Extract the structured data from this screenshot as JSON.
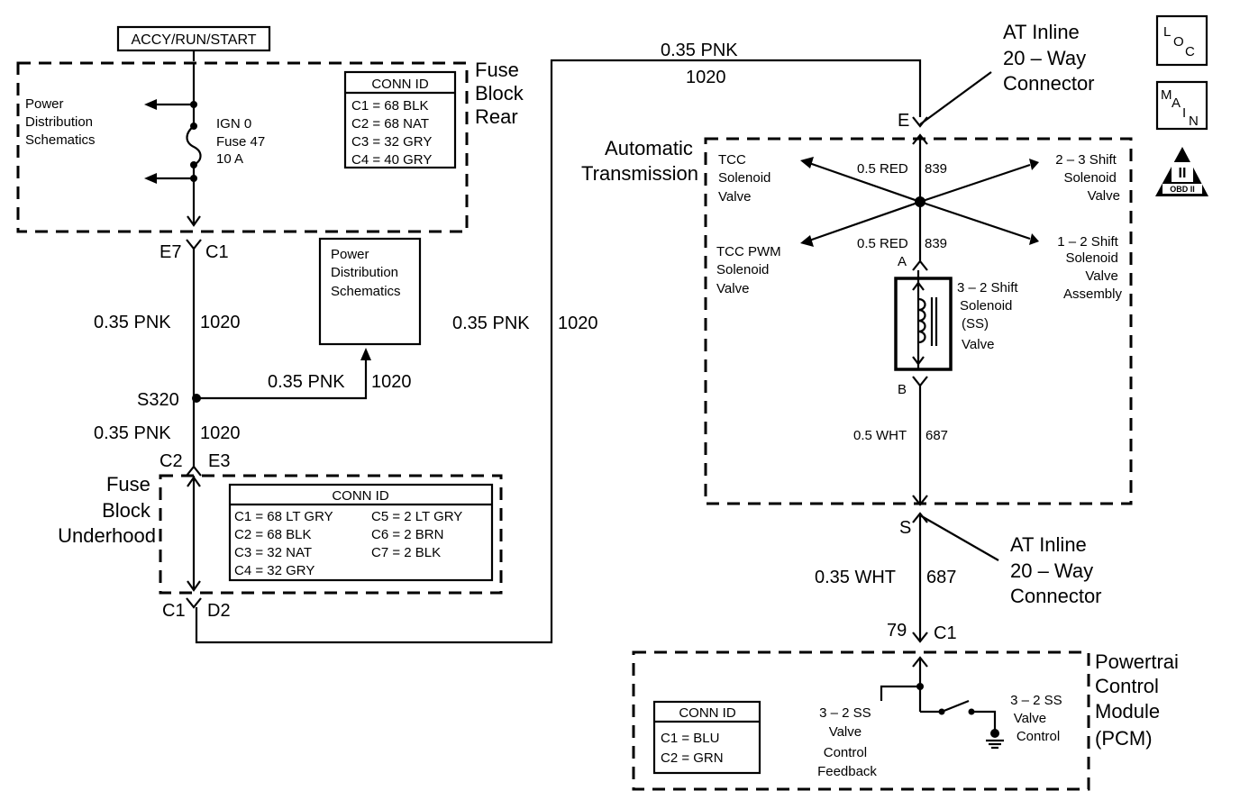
{
  "ignition_box": "ACCY/RUN/START",
  "fuse_block_rear": {
    "title": [
      "Fuse",
      "Block",
      "Rear"
    ],
    "power_dist": [
      "Power",
      "Distribution",
      "Schematics"
    ],
    "fuse": [
      "IGN 0",
      "Fuse  47",
      "10 A"
    ],
    "conn_title": "CONN ID",
    "conn": [
      "C1 = 68 BLK",
      "C2 = 68 NAT",
      "C3 = 32 GRY",
      "C4 = 40 GRY"
    ]
  },
  "terminals": {
    "e7": "E7",
    "c1_top": "C1",
    "c2": "C2",
    "e3": "E3",
    "c1_bot": "C1",
    "d2": "D2",
    "s320": "S320",
    "e": "E",
    "a": "A",
    "b": "B",
    "s": "S",
    "pin79": "79",
    "c1_pcm": "C1"
  },
  "wires": {
    "w1_gauge": "0.35 PNK",
    "w1_circuit": "1020",
    "w2_gauge": "0.35 PNK",
    "w2_circuit": "1020",
    "w3_gauge": "0.35 PNK",
    "w3_circuit": "1020",
    "w4_gauge": "0.35 PNK",
    "w4_circuit": "1020",
    "w5_gauge": "0.35 PNK",
    "w5_circuit": "1020",
    "red1_gauge": "0.5 RED",
    "red1_circuit": "839",
    "red2_gauge": "0.5 RED",
    "red2_circuit": "839",
    "wht1_gauge": "0.5 WHT",
    "wht1_circuit": "687",
    "wht2_gauge": "0.35 WHT",
    "wht2_circuit": "687"
  },
  "power_dist_box": [
    "Power",
    "Distribution",
    "Schematics"
  ],
  "fuse_block_underhood": {
    "title": [
      "Fuse",
      "Block",
      "Underhood"
    ],
    "conn_title": "CONN ID",
    "conn_left": [
      "C1 = 68 LT GRY",
      "C2 = 68 BLK",
      "C3 = 32 NAT",
      "C4 = 32 GRY"
    ],
    "conn_right": [
      "C5 = 2 LT GRY",
      "C6 = 2 BRN",
      "C7 = 2 BLK"
    ]
  },
  "at_inline_top": [
    "AT Inline",
    "20 – Way",
    "Connector"
  ],
  "at_inline_bottom": [
    "AT Inline",
    "20 – Way",
    "Connector"
  ],
  "automatic_transmission": [
    "Automatic",
    "Transmission"
  ],
  "tcc_valve": [
    "TCC",
    "Solenoid",
    "Valve"
  ],
  "tcc_pwm": [
    "TCC PWM",
    "Solenoid",
    "Valve"
  ],
  "shift_23": [
    "2 – 3 Shift",
    "Solenoid",
    "Valve"
  ],
  "shift_12": [
    "1 – 2 Shift",
    "Solenoid",
    "Valve",
    "Assembly"
  ],
  "shift_32": [
    "3 – 2 Shift",
    "Solenoid",
    "(SS)",
    "Valve"
  ],
  "pcm": {
    "title": [
      "Powertrai",
      "Control",
      "Module",
      "(PCM)"
    ],
    "conn_title": "CONN ID",
    "conn": [
      "C1 = BLU",
      "C2 = GRN"
    ],
    "feedback": [
      "3 – 2 SS",
      "Valve",
      "Control",
      "Feedback"
    ],
    "control": [
      "3 – 2 SS",
      "Valve",
      "Control"
    ]
  },
  "icons": {
    "loc": [
      "L",
      "O",
      "C"
    ],
    "main": [
      "M",
      "A",
      "I",
      "N"
    ],
    "obd_numeral": "II",
    "obd_label": "OBD II"
  }
}
